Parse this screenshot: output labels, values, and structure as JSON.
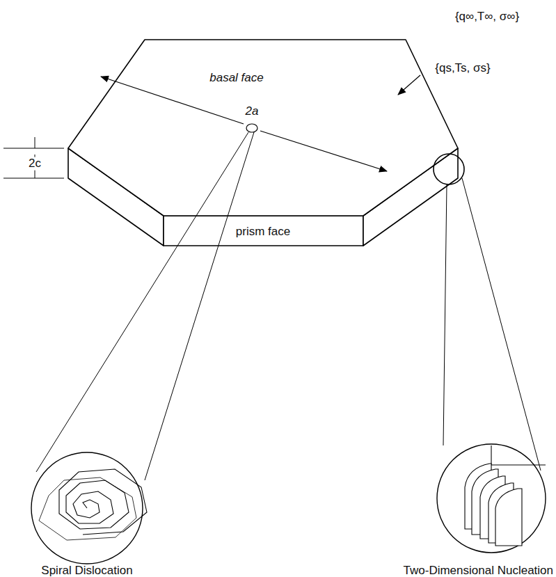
{
  "diagram": {
    "labels": [
      "{q∞,T∞, σ∞}",
      "basal face",
      "2a",
      "{qs,Ts, σs}",
      "2c",
      "prism face",
      "Spiral Dislocation",
      "Two-Dimensional Nucleation"
    ]
  }
}
